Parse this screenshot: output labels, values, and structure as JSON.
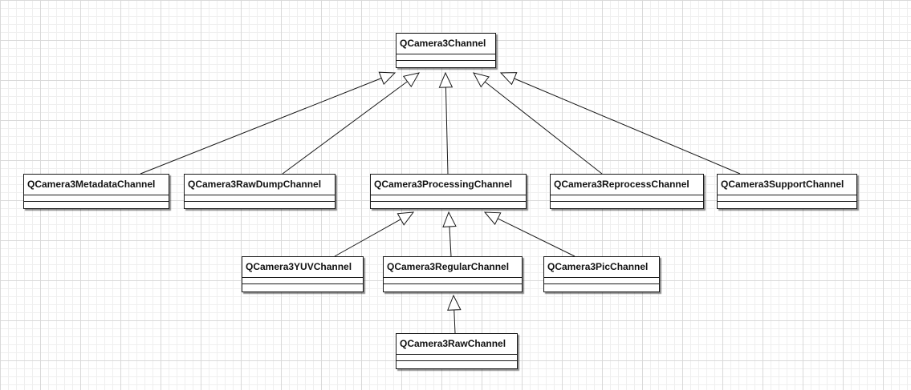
{
  "classes": {
    "channel": {
      "name": "QCamera3Channel"
    },
    "metadata": {
      "name": "QCamera3MetadataChannel"
    },
    "rawdump": {
      "name": "QCamera3RawDumpChannel"
    },
    "processing": {
      "name": "QCamera3ProcessingChannel"
    },
    "reprocess": {
      "name": "QCamera3ReprocessChannel"
    },
    "support": {
      "name": "QCamera3SupportChannel"
    },
    "yuv": {
      "name": "QCamera3YUVChannel"
    },
    "regular": {
      "name": "QCamera3RegularChannel"
    },
    "pic": {
      "name": "QCamera3PicChannel"
    },
    "raw": {
      "name": "QCamera3RawChannel"
    }
  },
  "relations": [
    {
      "from": "metadata",
      "to": "channel",
      "kind": "generalization"
    },
    {
      "from": "rawdump",
      "to": "channel",
      "kind": "generalization"
    },
    {
      "from": "processing",
      "to": "channel",
      "kind": "generalization"
    },
    {
      "from": "reprocess",
      "to": "channel",
      "kind": "generalization"
    },
    {
      "from": "support",
      "to": "channel",
      "kind": "generalization"
    },
    {
      "from": "yuv",
      "to": "processing",
      "kind": "generalization"
    },
    {
      "from": "regular",
      "to": "processing",
      "kind": "generalization"
    },
    {
      "from": "pic",
      "to": "processing",
      "kind": "generalization"
    },
    {
      "from": "raw",
      "to": "regular",
      "kind": "generalization"
    }
  ],
  "colors": {
    "stroke": "#1a1a1a",
    "grid_major": "#d9d9d9",
    "grid_minor": "#efefef",
    "background": "#ffffff"
  }
}
